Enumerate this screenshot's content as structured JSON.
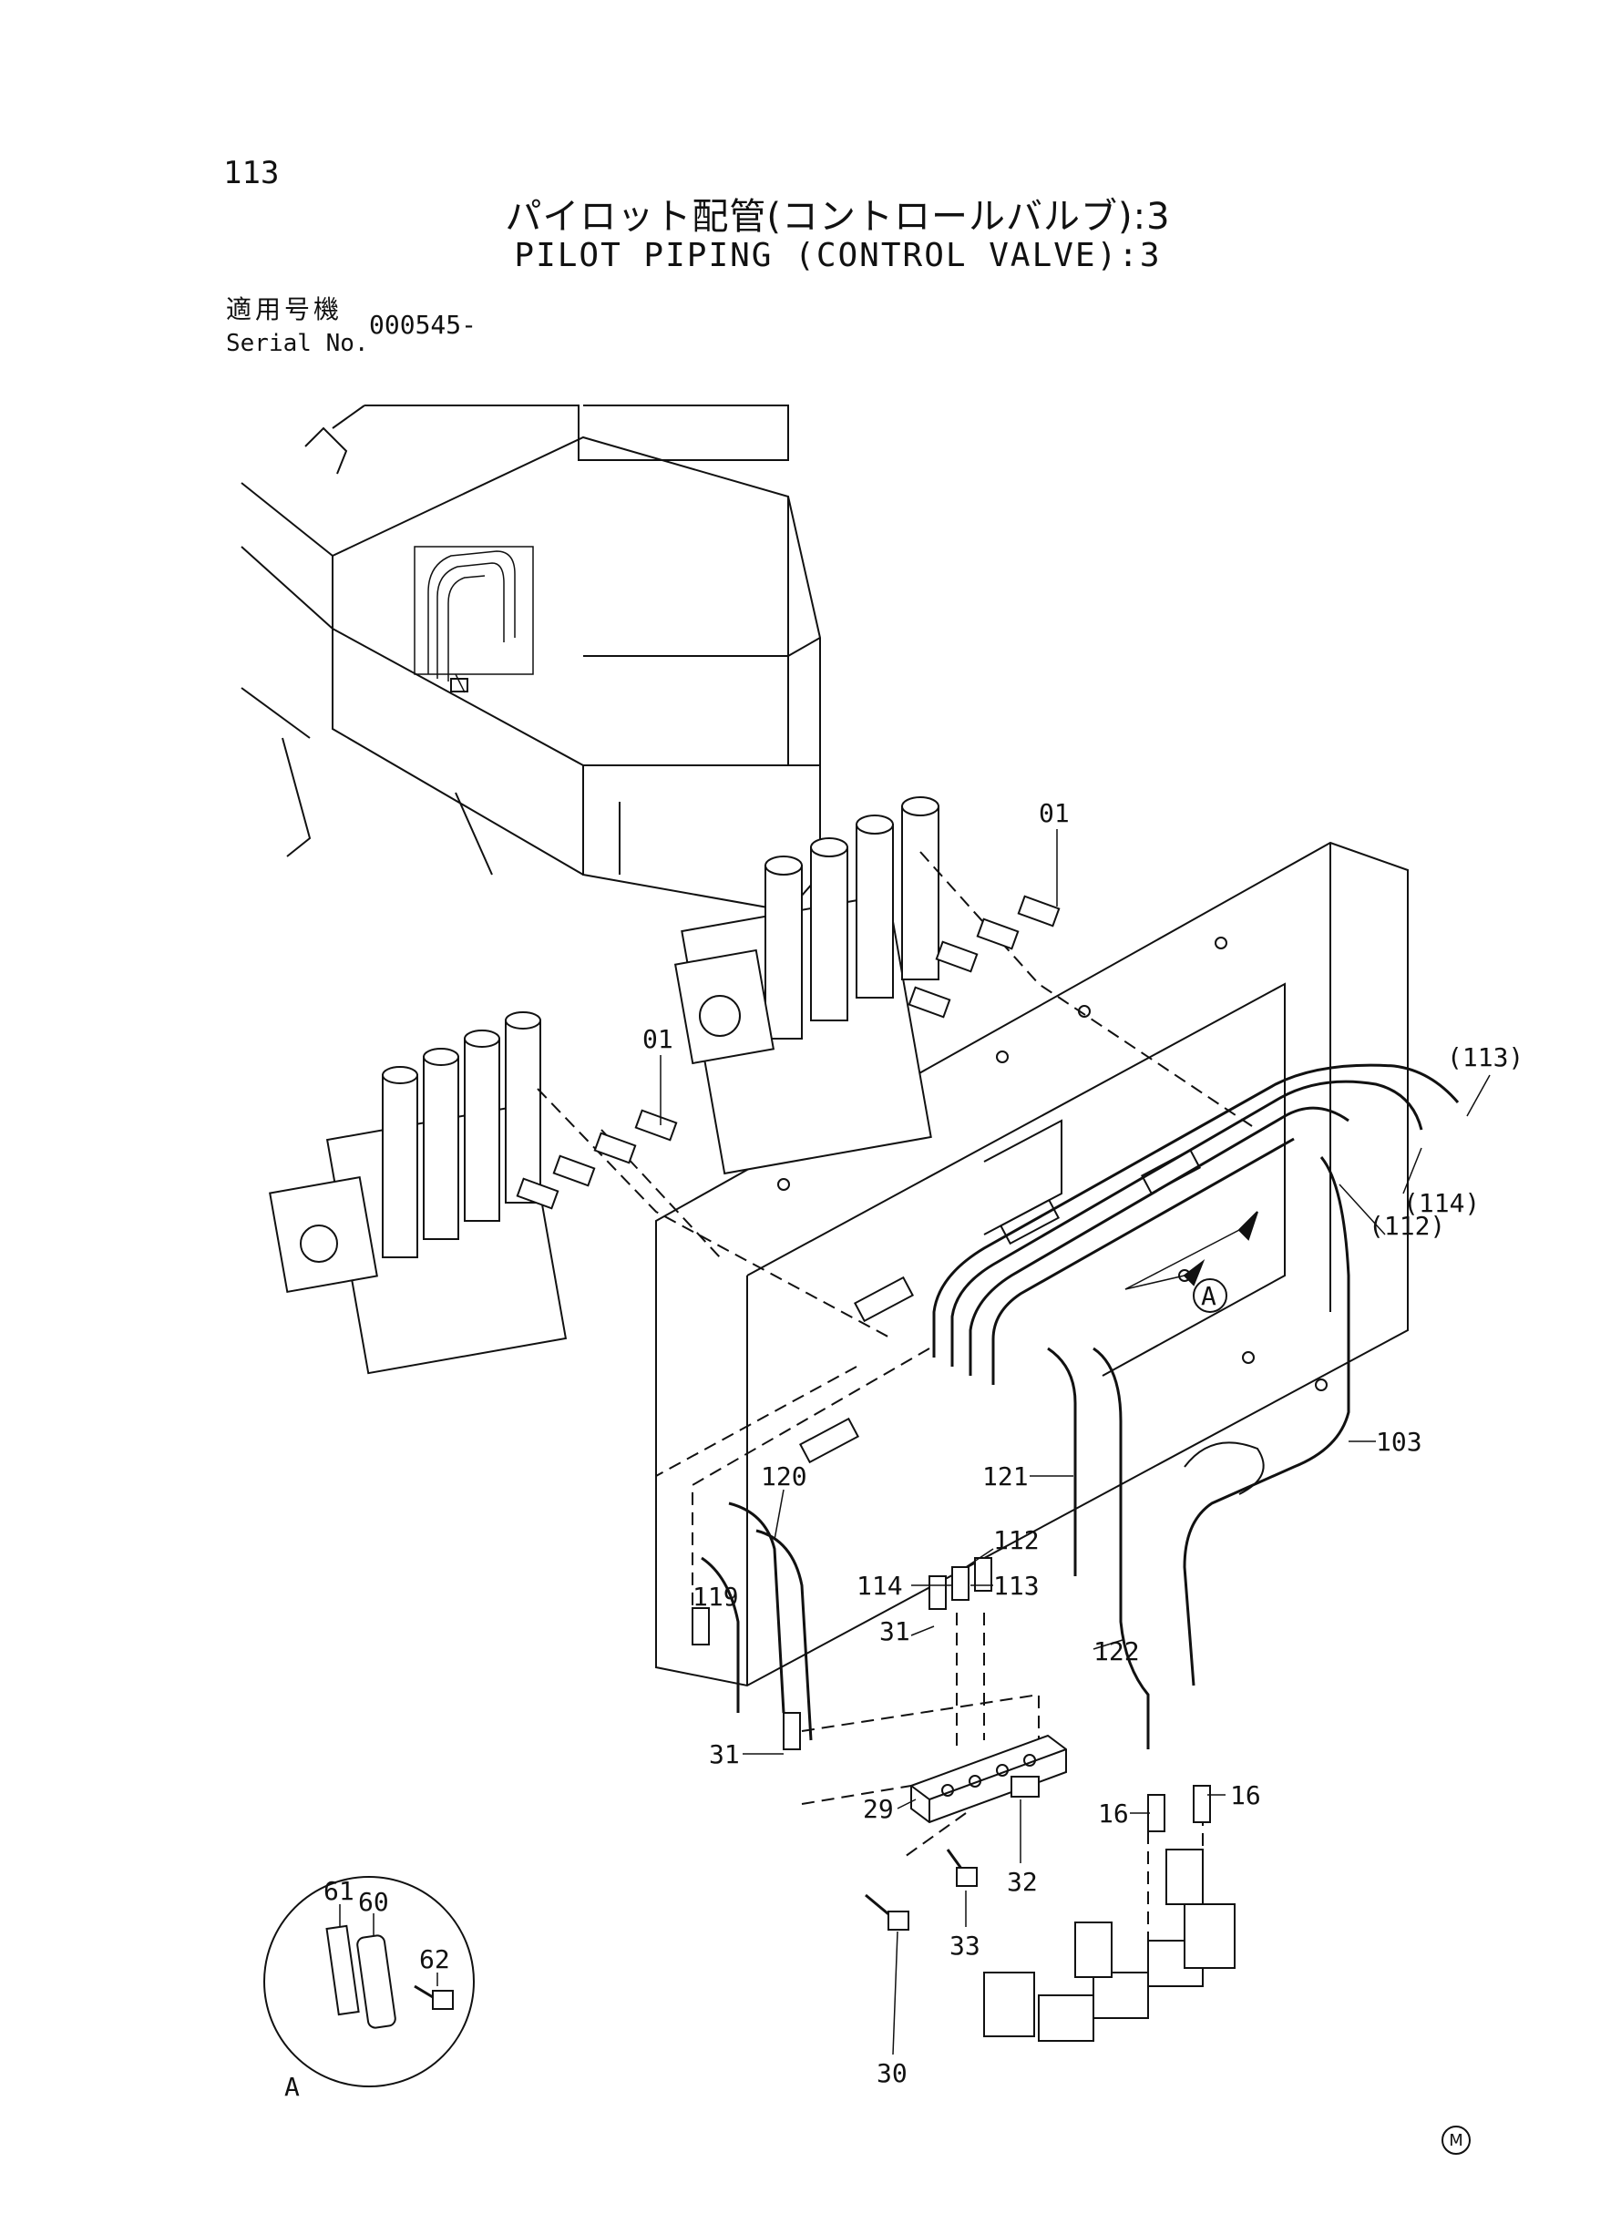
{
  "header": {
    "page_number": "113",
    "title_jp": "パイロット配管(コントロールバルブ):3",
    "title_en": "PILOT PIPING (CONTROL VALVE):3",
    "serial_label_jp": "適用号機",
    "serial_label_en": "Serial No.",
    "serial_value": "000545-"
  },
  "callouts": {
    "c01_upper": "01",
    "c01_left": "01",
    "c113p": "(113)",
    "c114p": "(114)",
    "c112p": "(112)",
    "cA_main": "A",
    "c103": "103",
    "c120": "120",
    "c121": "121",
    "c112": "112",
    "c114": "114",
    "c113": "113",
    "c119": "119",
    "c31_upper": "31",
    "c122": "122",
    "c31_lower": "31",
    "c29": "29",
    "c16_mid": "16",
    "c16_right": "16",
    "c32": "32",
    "c33": "33",
    "c30": "30",
    "c61": "61",
    "c60": "60",
    "c62": "62",
    "cA_detail": "A"
  },
  "footer": {
    "mark": "M"
  }
}
